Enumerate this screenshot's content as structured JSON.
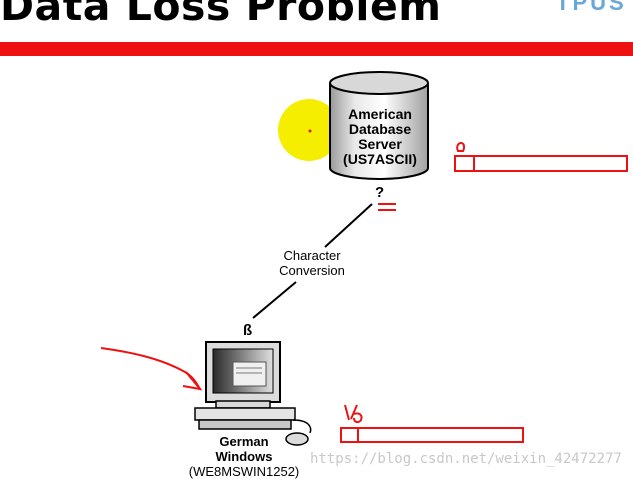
{
  "header": {
    "title": "Data Loss Problem",
    "corner_logo_fragment": "TPUS"
  },
  "diagram": {
    "server": {
      "lines": [
        "American",
        "Database",
        "Server",
        "(US7ASCII)"
      ]
    },
    "question_mark": "?",
    "connector_label": [
      "Character",
      "Conversion"
    ],
    "client_char": "ß",
    "client": {
      "lines": [
        "German",
        "Windows",
        "(WE8MSWIN1252)"
      ]
    }
  },
  "annotations": {
    "server_mark": "",
    "client_mark": ""
  },
  "watermark": "https://blog.csdn.net/weixin_42472277",
  "colors": {
    "accent_red": "#ee1111",
    "highlight_yellow": "#f5ee00",
    "drum_grey": "#cfcfcf"
  }
}
